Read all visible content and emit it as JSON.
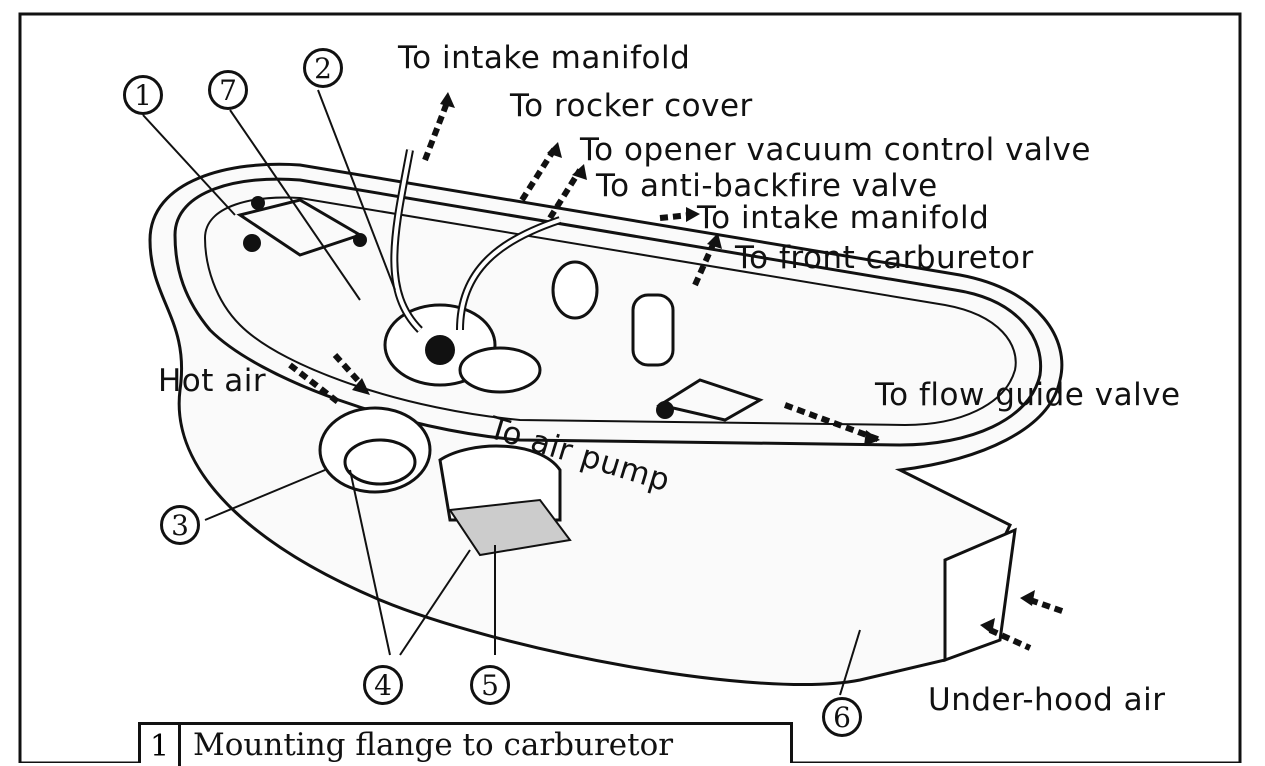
{
  "callouts": {
    "n1": "1",
    "n2": "2",
    "n3": "3",
    "n4": "4",
    "n5": "5",
    "n6": "6",
    "n7": "7"
  },
  "labels": {
    "to_intake_manifold_top": "To intake manifold",
    "to_rocker_cover": "To rocker cover",
    "to_opener_vacuum": "To opener vacuum control valve",
    "to_anti_backfire": "To anti-backfire valve",
    "to_intake_manifold_2": "To intake manifold",
    "to_front_carburetor": "To front carburetor",
    "to_flow_guide_valve": "To flow guide valve",
    "hot_air": "Hot air",
    "to_air_pump": "To air pump",
    "under_hood_air": "Under-hood air"
  },
  "legend": {
    "row1_num": "1",
    "row1_text": "Mounting flange to carburetor"
  }
}
